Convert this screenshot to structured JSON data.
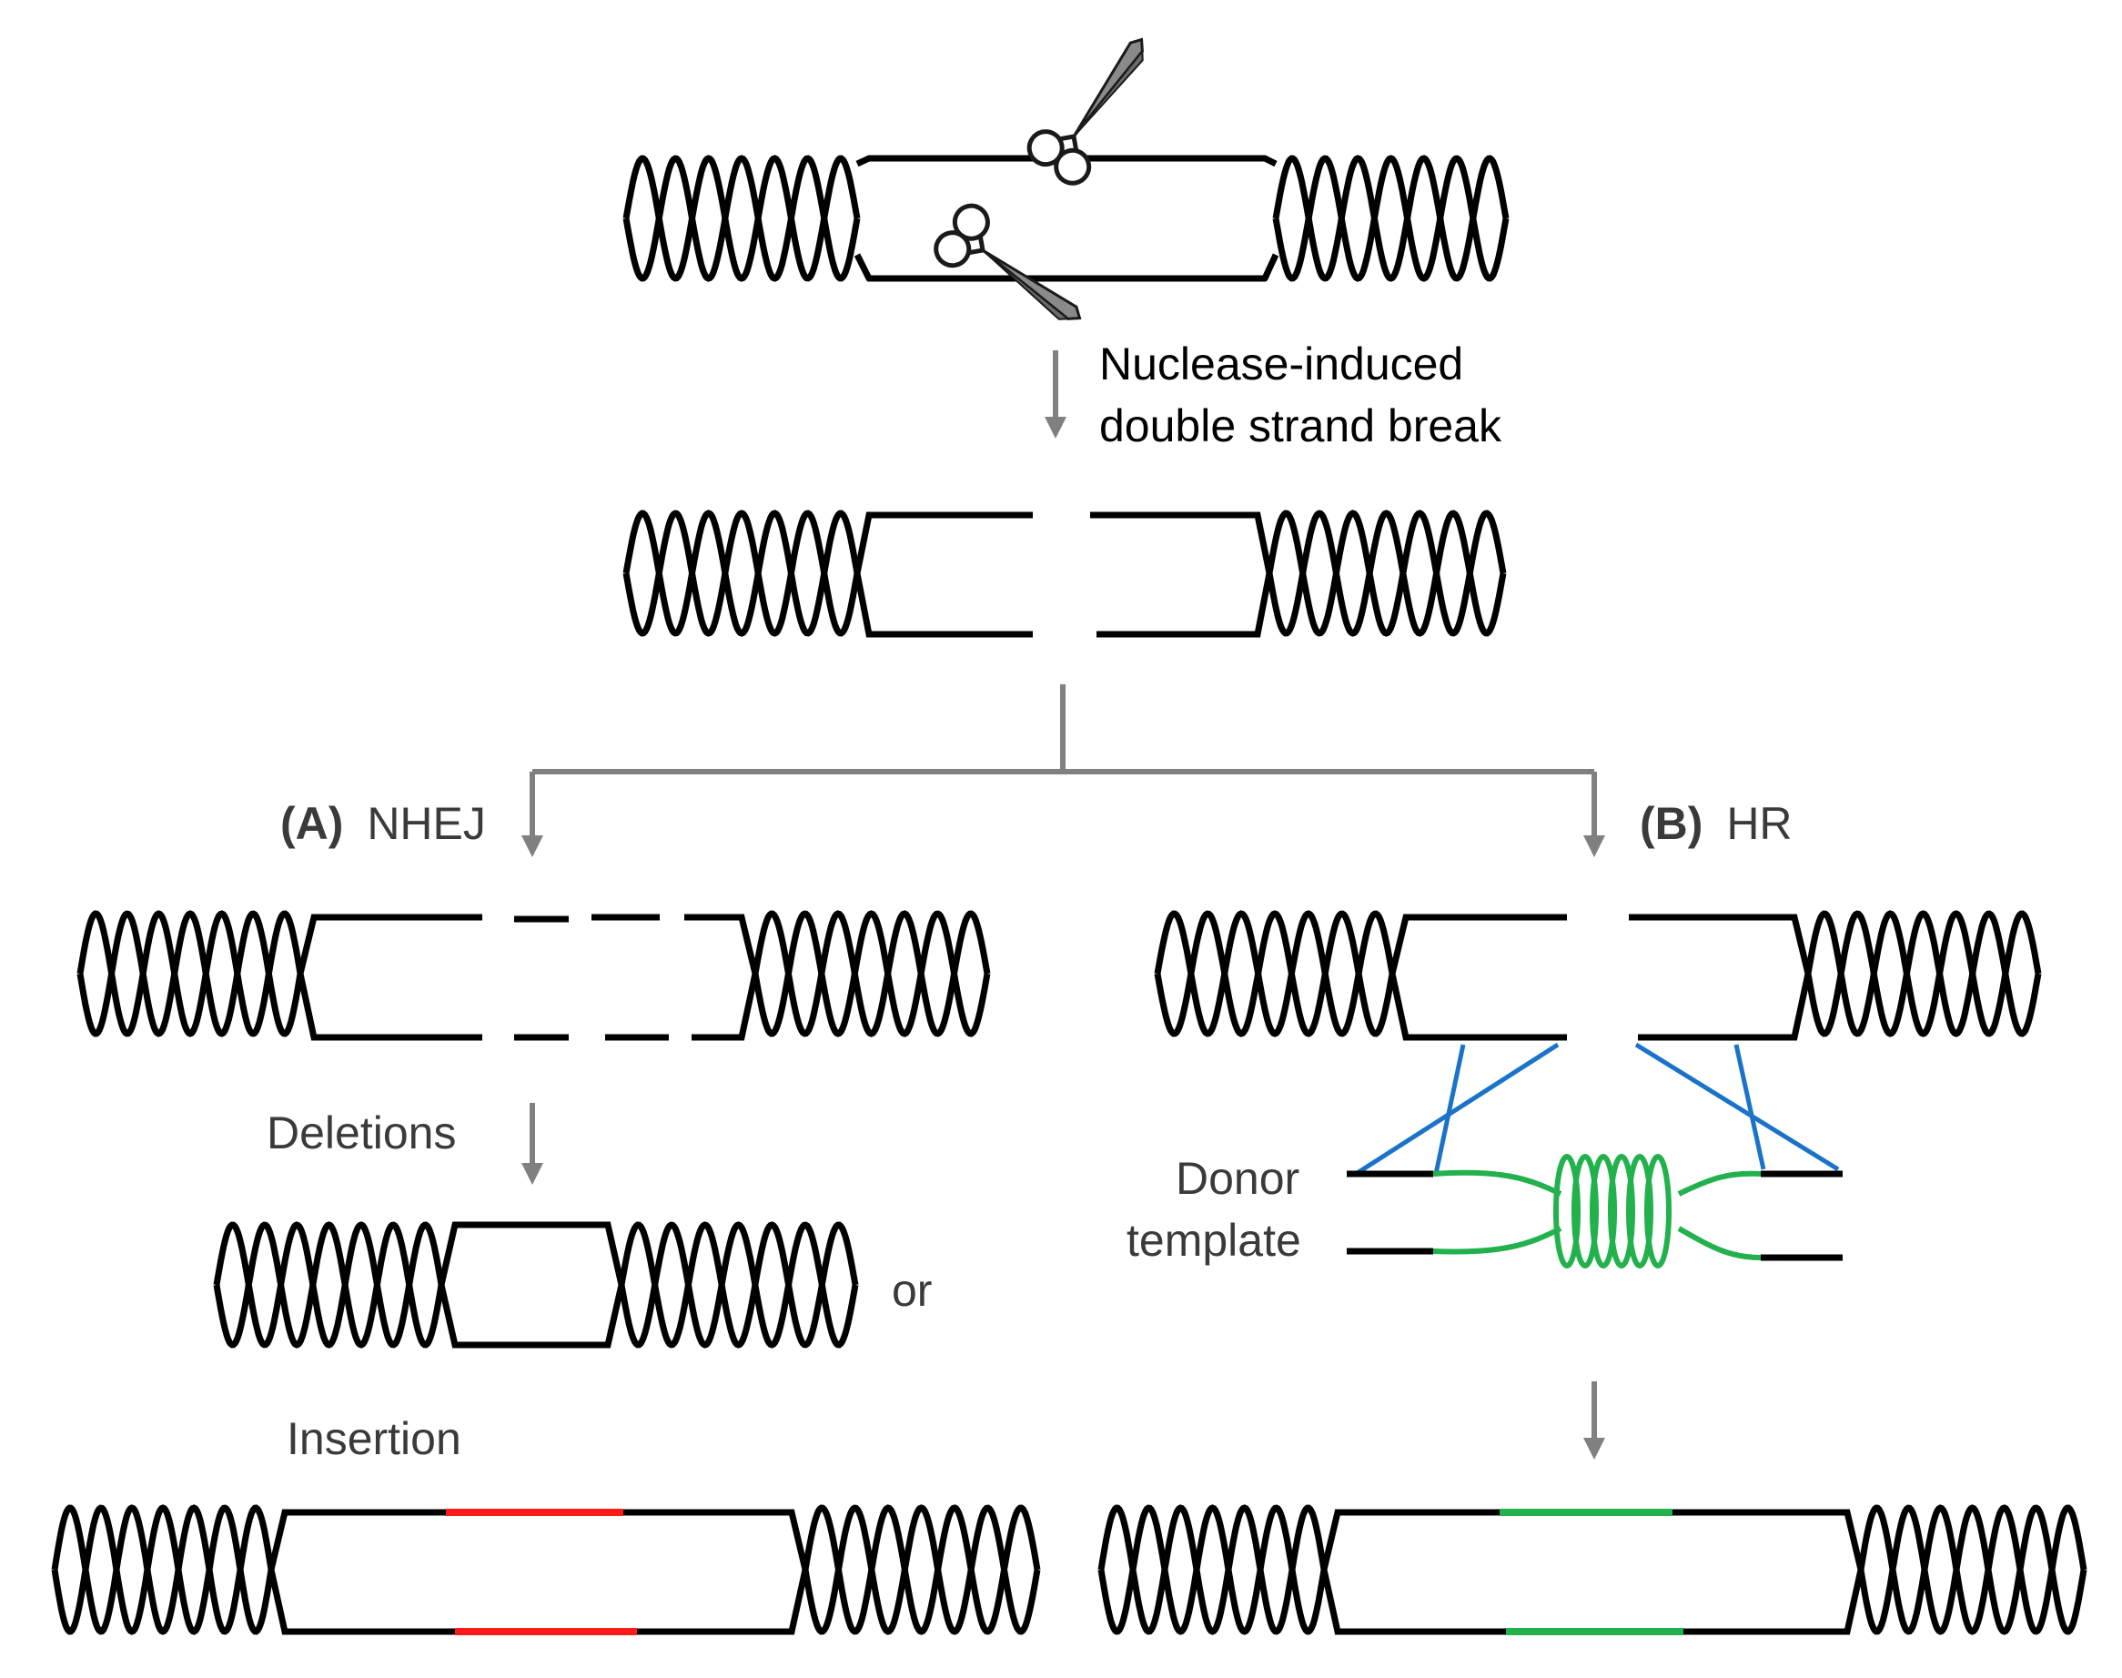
{
  "labels": {
    "nuclease_line1": "Nuclease-induced",
    "nuclease_line2": "double strand break",
    "nhej_prefix": "(A)",
    "nhej_label": "NHEJ",
    "hr_prefix": "(B)",
    "hr_label": "HR",
    "deletions": "Deletions",
    "or": "or",
    "insertion": "Insertion",
    "donor_line1": "Donor",
    "donor_line2": "template"
  },
  "colors": {
    "dna": "#000000",
    "arrow": "#808080",
    "insertion": "#ff1a1a",
    "donor": "#22b14c",
    "pairing": "#1a73c8",
    "scissors_blade": "#808080",
    "scissors_outline": "#1a1a1a"
  },
  "icons": {
    "scissors": "scissors-icon"
  }
}
